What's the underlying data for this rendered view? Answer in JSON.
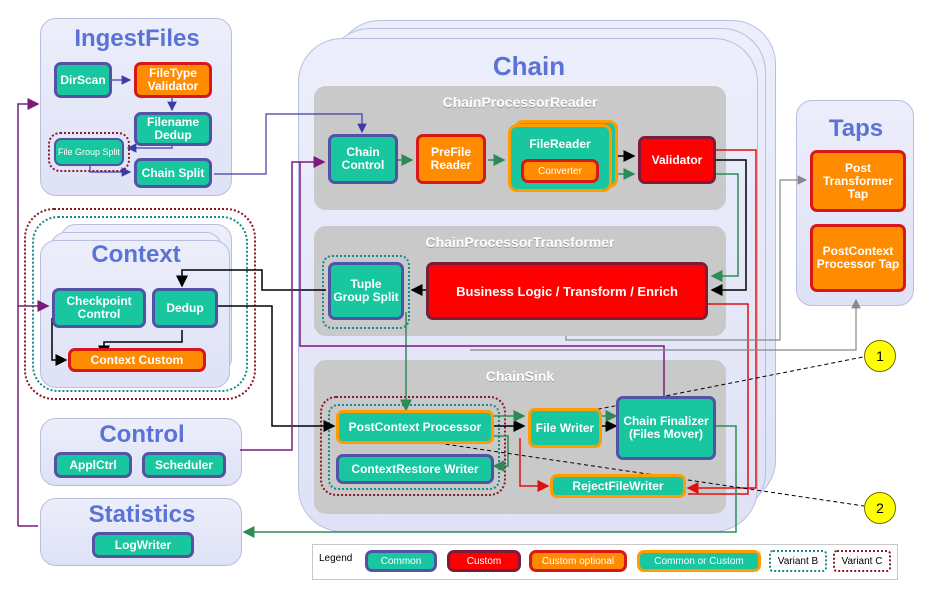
{
  "ingest": {
    "title": "IngestFiles",
    "dirscan": "DirScan",
    "filetype_validator": "FileType Validator",
    "filename_dedup": "Filename Dedup",
    "file_group_split": "File Group Split",
    "chain_split": "Chain Split"
  },
  "context": {
    "title": "Context",
    "checkpoint_control": "Checkpoint Control",
    "dedup": "Dedup",
    "context_custom": "Context Custom"
  },
  "control": {
    "title": "Control",
    "applctrl": "ApplCtrl",
    "scheduler": "Scheduler"
  },
  "statistics": {
    "title": "Statistics",
    "logwriter": "LogWriter"
  },
  "chain": {
    "title": "Chain",
    "reader": {
      "title": "ChainProcessorReader",
      "chain_control": "Chain Control",
      "prefile_reader": "PreFile Reader",
      "filereader": "FileReader",
      "converter": "Converter",
      "validator": "Validator"
    },
    "transformer": {
      "title": "ChainProcessorTransformer",
      "tuple_group_split": "Tuple Group Split",
      "business_logic": "Business Logic / Transform / Enrich"
    },
    "sink": {
      "title": "ChainSink",
      "postcontext_processor": "PostContext Processor",
      "contextrestore_writer": "ContextRestore Writer",
      "file_writer": "File Writer",
      "chain_finalizer": "Chain Finalizer (Files Mover)",
      "rejectfilewriter": "RejectFileWriter"
    }
  },
  "taps": {
    "title": "Taps",
    "post_transformer_tap": "Post Transformer Tap",
    "postcontext_processor_tap": "PostContext Processor Tap"
  },
  "markers": [
    "1",
    "2"
  ],
  "legend": {
    "title": "Legend",
    "items": [
      "Common",
      "Custom",
      "Custom optional",
      "Common or Custom",
      "Variant B",
      "Variant C"
    ]
  }
}
